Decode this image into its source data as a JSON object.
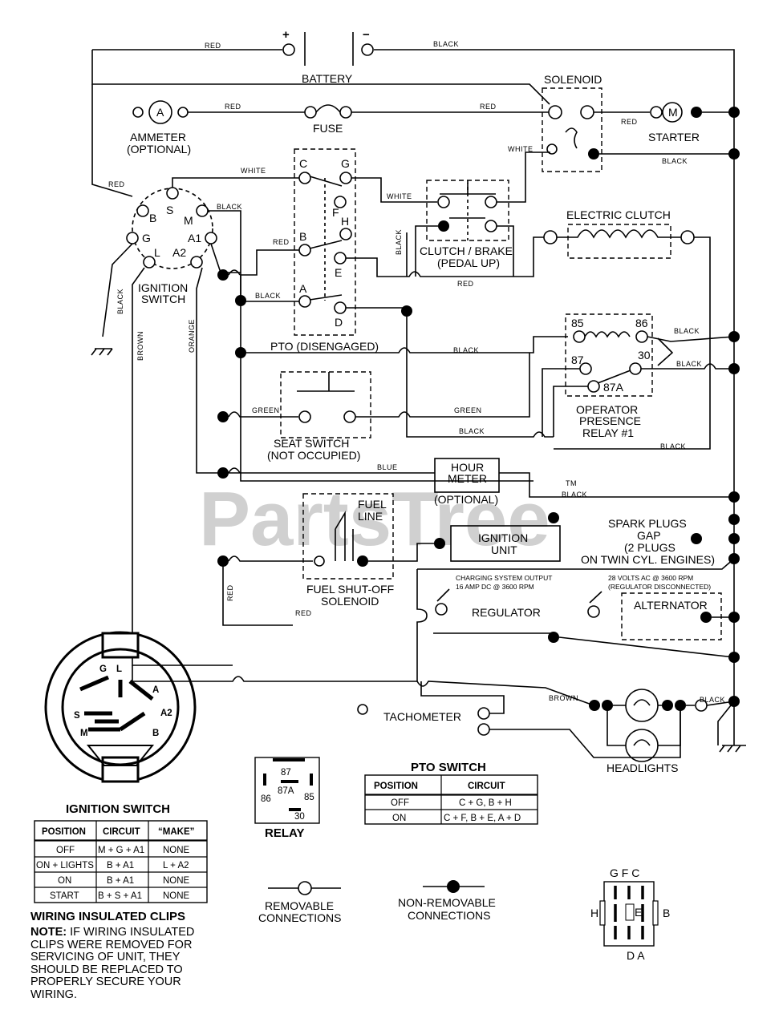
{
  "battery": {
    "label": "BATTERY",
    "plus": "+",
    "minus": "−"
  },
  "solenoid": {
    "label": "SOLENOID"
  },
  "ammeter": {
    "label": "AMMETER",
    "sub": "(OPTIONAL)",
    "symbol": "A"
  },
  "fuse": {
    "label": "FUSE"
  },
  "starter": {
    "label": "STARTER",
    "symbol": "M"
  },
  "ignition_switch": {
    "label_line1": "IGNITION",
    "label_line2": "SWITCH",
    "terminals": [
      "B",
      "S",
      "M",
      "G",
      "A1",
      "L",
      "A2"
    ]
  },
  "pto": {
    "label": "PTO (DISENGAGED)",
    "terminals": [
      "C",
      "G",
      "F",
      "H",
      "B",
      "E",
      "A",
      "D"
    ]
  },
  "clutch_brake": {
    "line1": "CLUTCH / BRAKE",
    "line2": "(PEDAL UP)"
  },
  "electric_clutch": {
    "label": "ELECTRIC CLUTCH"
  },
  "relay_main": {
    "line1": "OPERATOR",
    "line2": "PRESENCE",
    "line3": "RELAY #1",
    "terminals": [
      "85",
      "86",
      "87",
      "30",
      "87A"
    ]
  },
  "seat_switch": {
    "line1": "SEAT SWITCH",
    "line2": "(NOT OCCUPIED)"
  },
  "hour_meter": {
    "line1": "HOUR",
    "line2": "METER",
    "sub": "(OPTIONAL)"
  },
  "fuel": {
    "line1": "FUEL",
    "line2": "LINE",
    "sol1": "FUEL SHUT-OFF",
    "sol2": "SOLENOID"
  },
  "ignition_unit": {
    "line1": "IGNITION",
    "line2": "UNIT"
  },
  "spark_plugs": {
    "line1": "SPARK PLUGS",
    "line2": "GAP",
    "line3": "(2 PLUGS",
    "line4": "ON TWIN CYL. ENGINES)"
  },
  "charging": {
    "line1": "CHARGING SYSTEM OUTPUT",
    "line2": "16 AMP DC @ 3600 RPM"
  },
  "alt_spec": {
    "line1": "28 VOLTS AC @ 3600 RPM",
    "line2": "(REGULATOR DISCONNECTED)"
  },
  "regulator": {
    "label": "REGULATOR"
  },
  "alternator": {
    "label": "ALTERNATOR"
  },
  "tachometer": {
    "label": "TACHOMETER"
  },
  "headlights": {
    "label": "HEADLIGHTS"
  },
  "wire_colors": {
    "red": "RED",
    "black": "BLACK",
    "white": "WHITE",
    "green": "GREEN",
    "brown": "BROWN",
    "orange": "ORANGE",
    "blue": "BLUE"
  },
  "watermark": "PartsTree",
  "trademark": "TM",
  "ignition_table": {
    "title": "IGNITION SWITCH",
    "headers": [
      "POSITION",
      "CIRCUIT",
      "“MAKE”"
    ],
    "rows": [
      [
        "OFF",
        "M + G + A1",
        "NONE"
      ],
      [
        "ON + LIGHTS",
        "B + A1",
        "L + A2"
      ],
      [
        "ON",
        "B + A1",
        "NONE"
      ],
      [
        "START",
        "B + S + A1",
        "NONE"
      ]
    ]
  },
  "relay_symbol": {
    "label": "RELAY",
    "terminals": [
      "87",
      "87A",
      "86",
      "85",
      "30"
    ]
  },
  "pto_table": {
    "title": "PTO SWITCH",
    "headers": [
      "POSITION",
      "CIRCUIT"
    ],
    "rows": [
      [
        "OFF",
        "C + G, B + H"
      ],
      [
        "ON",
        "C + F, B + E, A + D"
      ]
    ]
  },
  "legend": {
    "removable1": "REMOVABLE",
    "removable2": "CONNECTIONS",
    "nonremovable1": "NON-REMOVABLE",
    "nonremovable2": "CONNECTIONS"
  },
  "pto_face": {
    "top": "G  F  C",
    "left": "H",
    "center": "E",
    "right": "B",
    "bottom": "D  A"
  },
  "ign_face": {
    "labels": [
      "G",
      "L",
      "A",
      "S",
      "A2",
      "M",
      "B"
    ]
  },
  "clips_note": {
    "title": "WIRING INSULATED CLIPS",
    "prefix": "NOTE:",
    "body": " IF WIRING INSULATED CLIPS WERE REMOVED FOR SERVICING OF UNIT, THEY SHOULD BE REPLACED TO PROPERLY SECURE YOUR WIRING."
  }
}
